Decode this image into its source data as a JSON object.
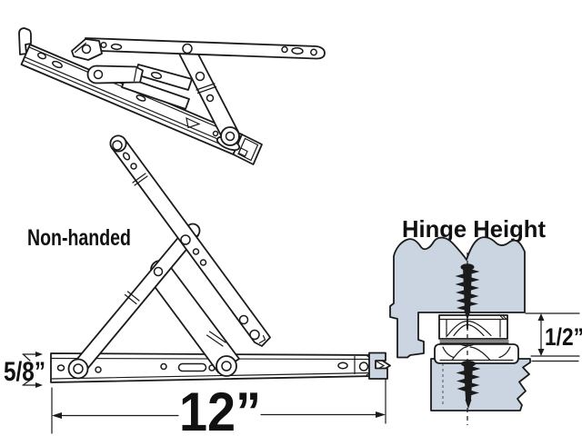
{
  "colors": {
    "background": "#ffffff",
    "line": "#1b1b1b",
    "frame_fill": "#cbd5e2",
    "text": "#111111"
  },
  "labels": {
    "handing": "Non-handed",
    "section_title": "Hinge Height",
    "track_height": "5/8”",
    "track_length": "12”",
    "hinge_height": "1/2”"
  }
}
